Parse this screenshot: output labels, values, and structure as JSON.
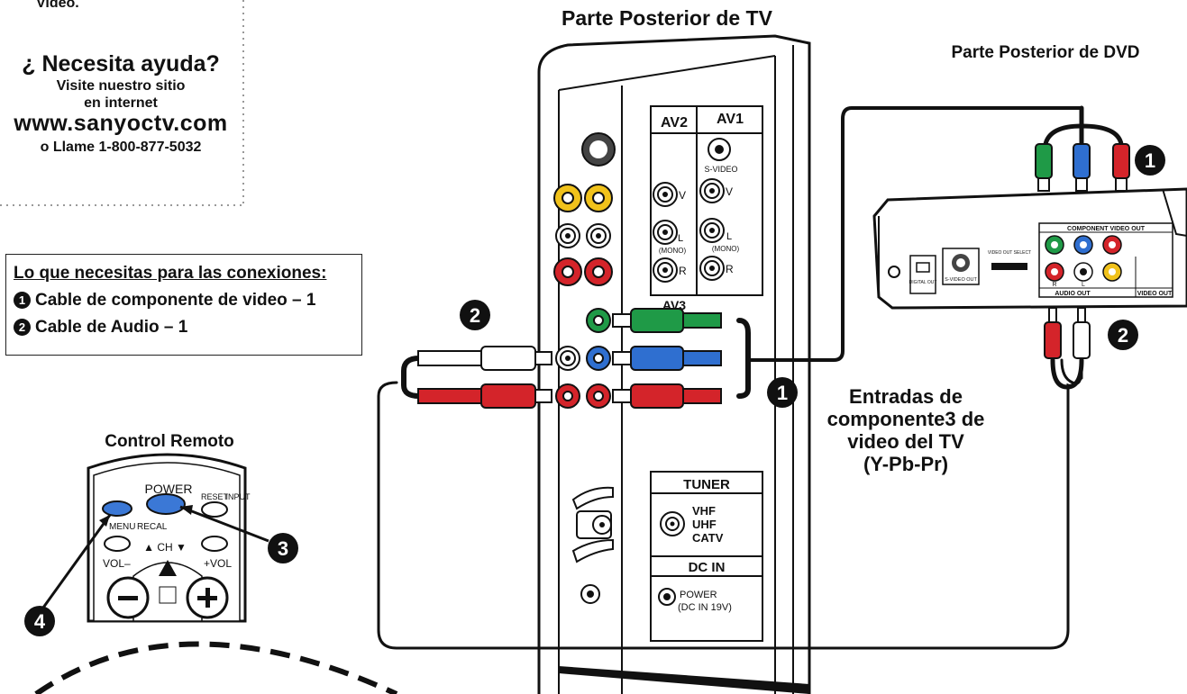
{
  "top_cut_text": "Video.",
  "help": {
    "title": "¿ Necesita ayuda?",
    "line1": "Visite nuestro sitio",
    "line2": "en internet",
    "url": "www.sanyoctv.com",
    "phone": "o Llame 1-800-877-5032"
  },
  "needs": {
    "heading": "Lo que necesitas para las conexiones:",
    "items": [
      {
        "marker": "1",
        "text": "Cable de componente de video – 1"
      },
      {
        "marker": "2",
        "text": "Cable de Audio – 1"
      }
    ]
  },
  "titles": {
    "tv_back": "Parte Posterior de TV",
    "dvd_back": "Parte Posterior de DVD",
    "remote": "Control Remoto"
  },
  "tv_panel": {
    "av2": "AV2",
    "av1": "AV1",
    "svideo": "S-VIDEO",
    "v": "V",
    "l": "L",
    "mono": "(MONO)",
    "r": "R",
    "av3": "AV3",
    "tuner": "TUNER",
    "vhf": "VHF",
    "uhf": "UHF",
    "catv": "CATV",
    "dcin": "DC IN",
    "power": "POWER",
    "power_sub": "(DC IN 19V)"
  },
  "dvd_panel": {
    "component_out": "COMPONENT VIDEO OUT",
    "audio_out": "AUDIO OUT",
    "video_out": "VIDEO OUT",
    "svideo_out": "S-VIDEO OUT",
    "digital_out": "DIGITAL OUT",
    "video_out_select": "VIDEO OUT SELECT",
    "r": "R",
    "l": "L"
  },
  "remote": {
    "power": "POWER",
    "reset": "RESET",
    "input": "INPUT",
    "menu": "MENU",
    "recal": "RECAL",
    "ch": "▲ CH ▼",
    "vol_minus": "VOL–",
    "vol_plus": "+VOL"
  },
  "entradas": {
    "line1": "Entradas de",
    "line2": "componente3 de",
    "line3": "video del TV",
    "line4": "(Y-Pb-Pr)"
  },
  "markers": [
    "1",
    "2",
    "3",
    "4"
  ],
  "colors": {
    "green": "#1f9a47",
    "blue": "#2f6fd0",
    "red": "#d4242a",
    "yellow": "#f1c21b",
    "remote_blue": "#3b78d6"
  }
}
